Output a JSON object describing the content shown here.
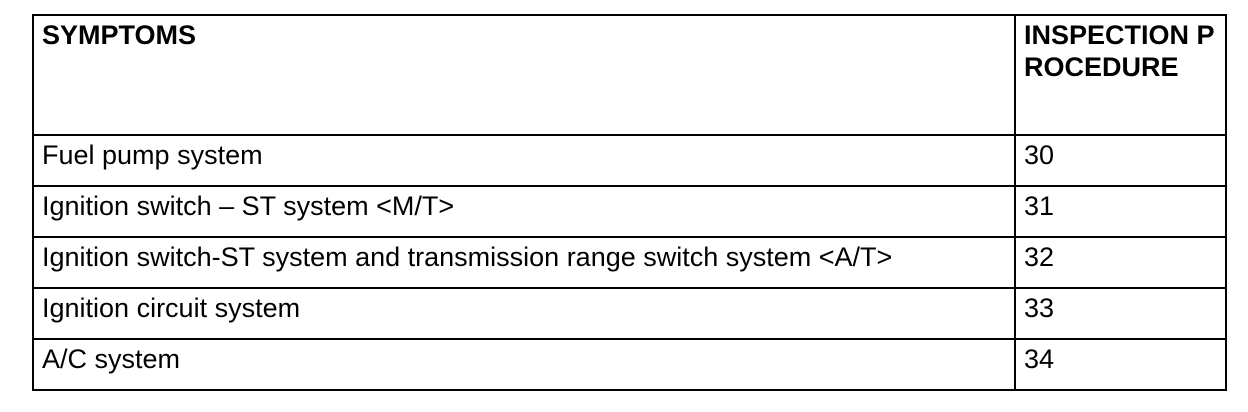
{
  "table": {
    "headers": {
      "symptoms": "SYMPTOMS",
      "procedure": "INSPECTION PROCEDURE"
    },
    "rows": [
      {
        "symptom": "Fuel pump system",
        "procedure": "30"
      },
      {
        "symptom": "Ignition switch – ST system <M/T>",
        "procedure": "31"
      },
      {
        "symptom": "Ignition switch-ST system and transmission range switch system <A/T>",
        "procedure": "32"
      },
      {
        "symptom": "Ignition circuit system",
        "procedure": "33"
      },
      {
        "symptom": "A/C system",
        "procedure": "34"
      }
    ]
  }
}
